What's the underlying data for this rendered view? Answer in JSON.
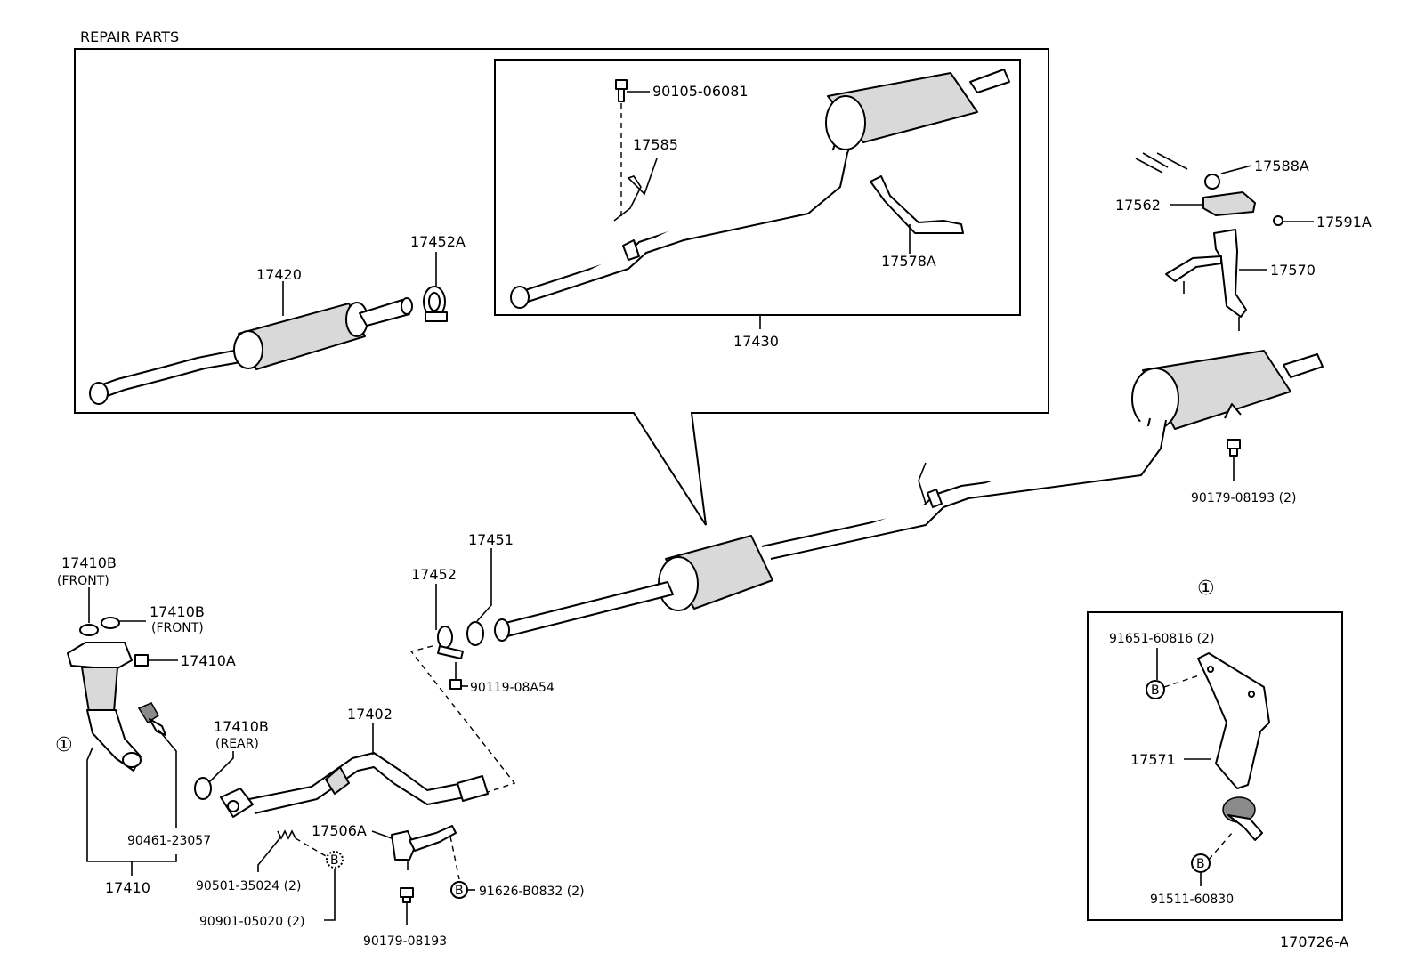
{
  "diagram": {
    "header": "REPAIR PARTS",
    "figure_id": "170726-A",
    "detail_marker": "①",
    "repair_parts": {
      "main_muffler_assembly": "17420",
      "clamp": "17452A",
      "tail_pipe_assembly": "17430",
      "bolt": "90105-06081",
      "bracket": "17585",
      "tail_support": "17578A"
    },
    "labels": {
      "p17588A": "17588A",
      "p17562": "17562",
      "p17591A": "17591A",
      "p17570": "17570",
      "p90179_08193_2": "90179-08193 (2)",
      "p17451": "17451",
      "p17452": "17452",
      "p17410B_front_1": "17410B",
      "p17410B_front_1_note": "(FRONT)",
      "p17410B_front_2": "17410B",
      "p17410B_front_2_note": "(FRONT)",
      "p17410A": "17410A",
      "p90119": "90119-08A54",
      "p17410B_rear": "17410B",
      "p17410B_rear_note": "(REAR)",
      "p17402": "17402",
      "p90461": "90461-23057",
      "p17410": "17410",
      "p17506A": "17506A",
      "p90501": "90501-35024 (2)",
      "p90901": "90901-05020 (2)",
      "p91626": "91626-B0832 (2)",
      "p90179_08193": "90179-08193",
      "p91651": "91651-60816 (2)",
      "p17571": "17571",
      "p91511": "91511-60830"
    },
    "marker_b": "B"
  }
}
